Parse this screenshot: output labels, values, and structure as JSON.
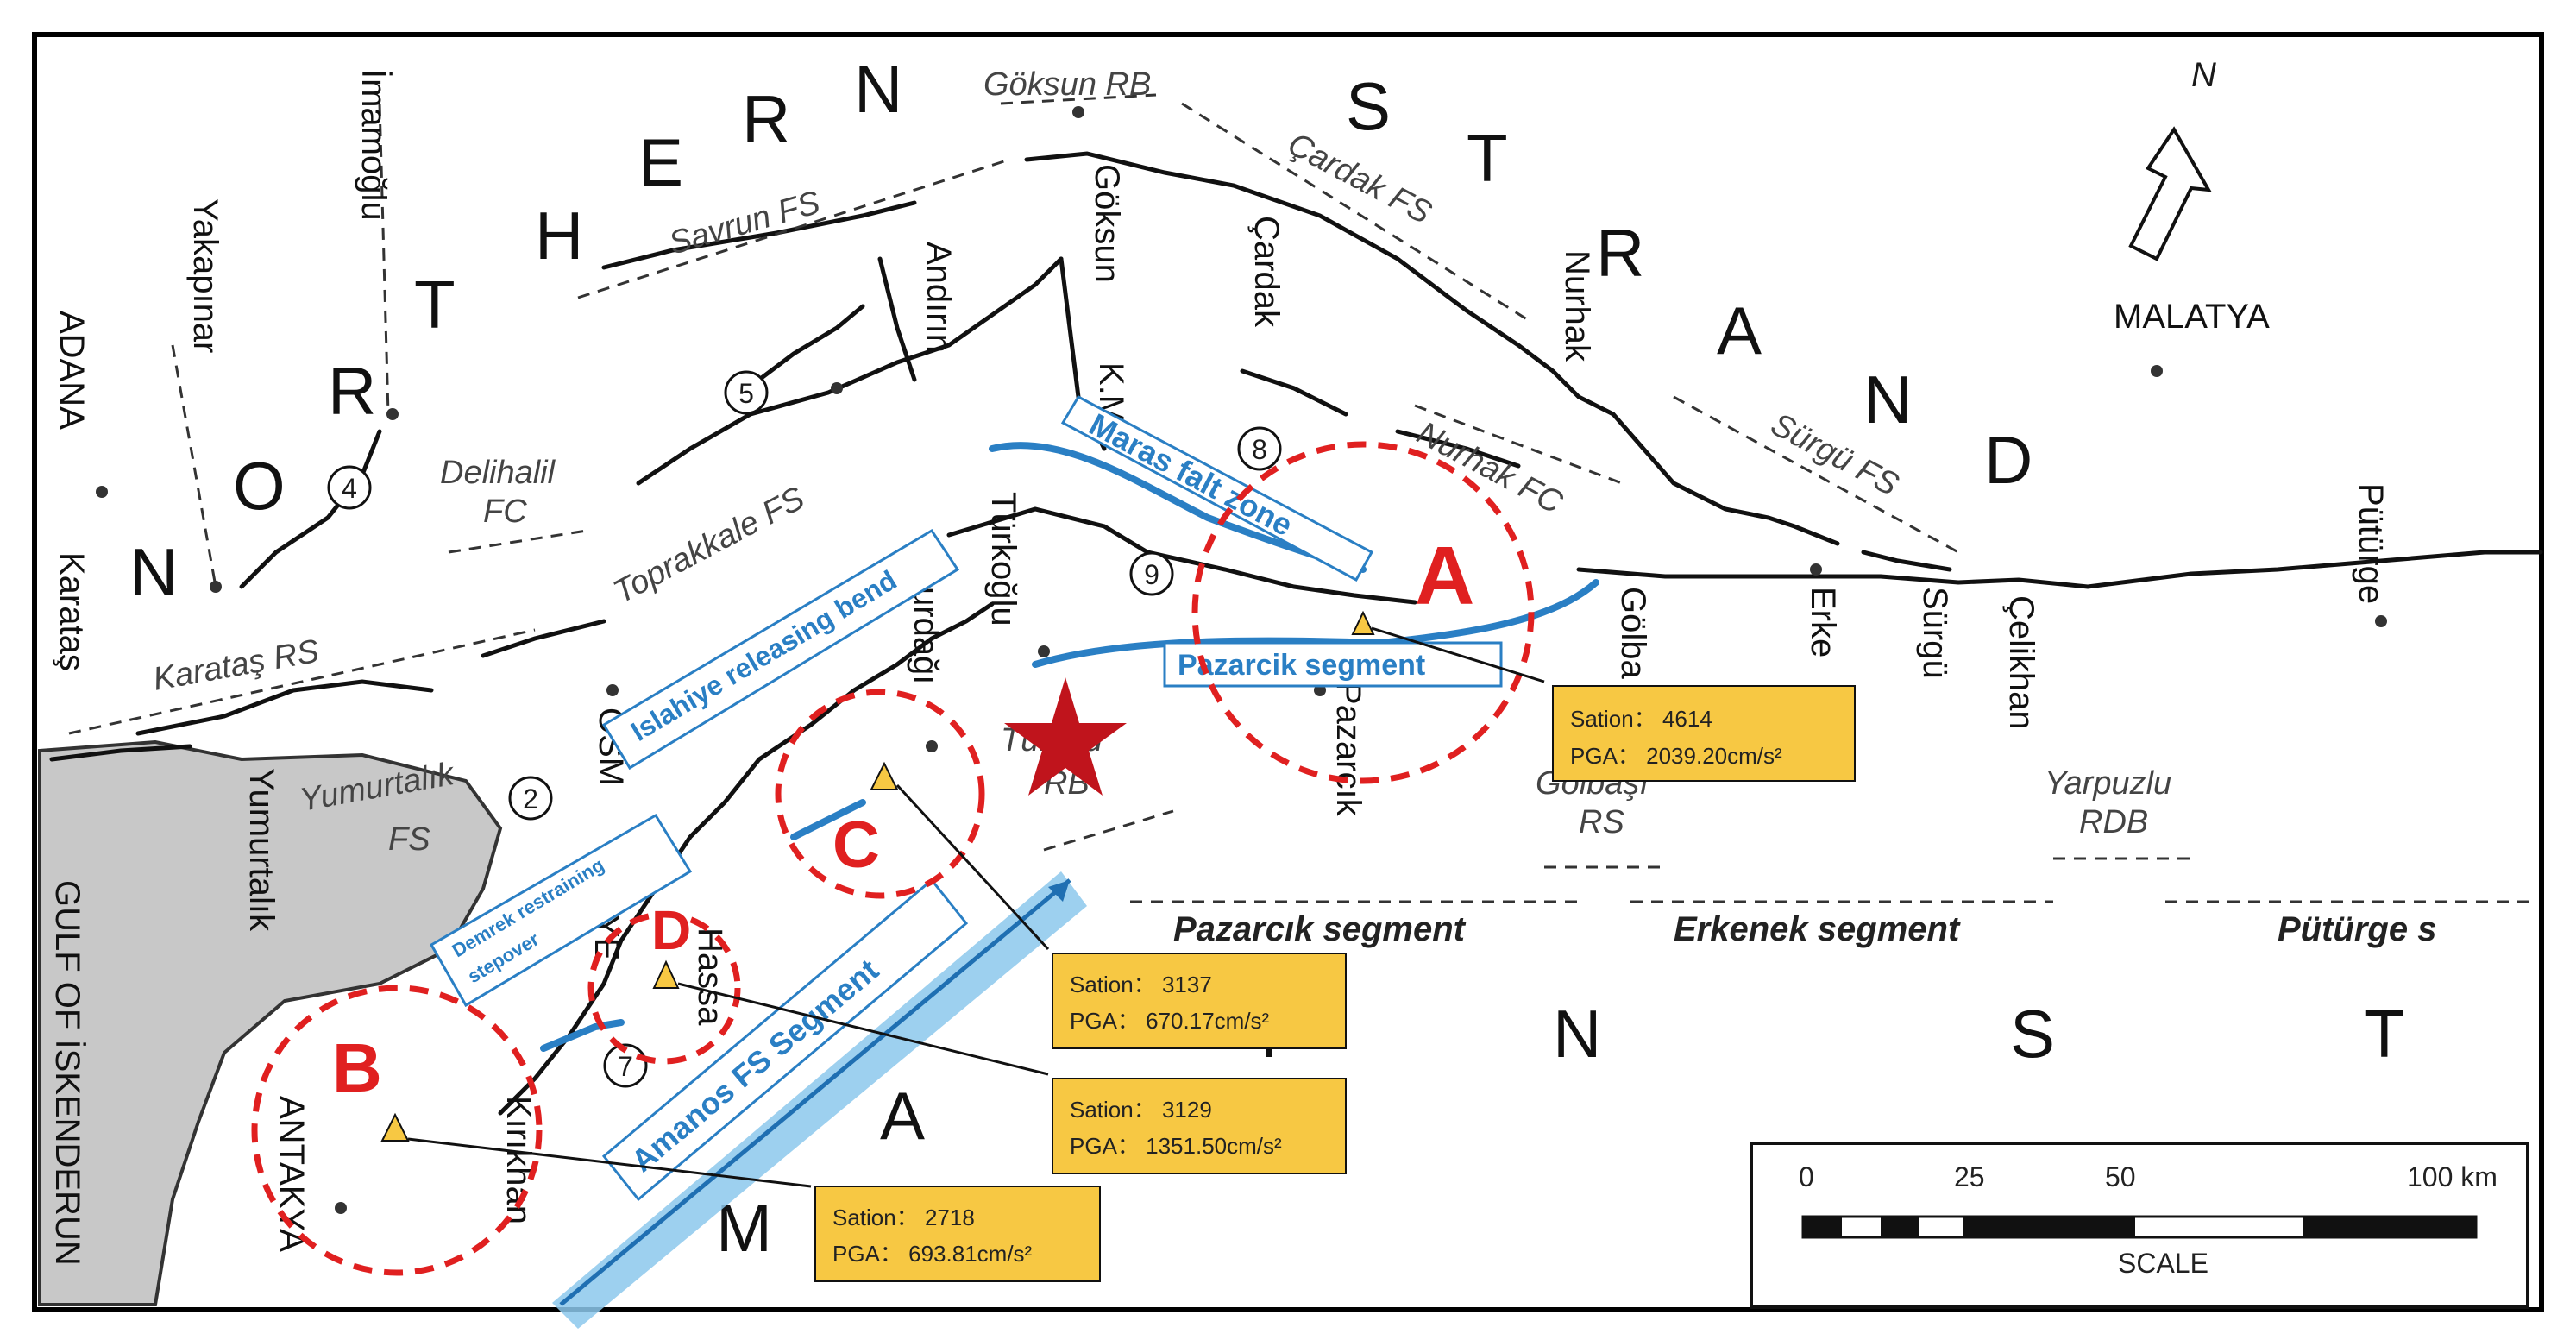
{
  "letters": {
    "northern": [
      "N",
      "O",
      "R",
      "T",
      "H",
      "E",
      "R",
      "N"
    ],
    "strand": [
      "S",
      "T",
      "R",
      "A",
      "N",
      "D"
    ],
    "mst": [
      "M",
      "A",
      "I",
      "N",
      "S",
      "T"
    ]
  },
  "north_arrow": "N",
  "cities": {
    "adana": "ADANA",
    "malatya": "MALATYA",
    "karatas": "Karataş",
    "yakapinar": "Yakapınar",
    "imamoglu": "İmamoğlu",
    "andirin": "Andırın",
    "goksun": "Göksun",
    "cardak": "Çardak",
    "nurhak": "Nurhak",
    "km": "K.M",
    "turkoglu": "Türkoğlu",
    "nurdagi": "urdağı",
    "osmaniye": "OSM",
    "osmaniye2": "YE",
    "yumurtalik": "Yumurtalık",
    "hassa": "Hassa",
    "kirikhan": "Kırıkhan",
    "antakya": "ANTAKYA",
    "pazarcik": "Pazarcık",
    "golbasi": "Gölba",
    "erkenek": "Erke",
    "surgu": "Sürgü",
    "celikhan": "Çelikhan",
    "puturge": "Pütürge",
    "gulf": "GULF OF İSKENDERUN"
  },
  "faults": {
    "goksun_rb": "Göksun RB",
    "savrun": "Savrun FS",
    "cardak_fs": "Çardak FS",
    "surgu_fs": "Sürgü FS",
    "nurhak_fc": "Nurhak FC",
    "delihalil1": "Delihalil",
    "delihalil2": "FC",
    "toprakkale": "Toprakkale FS",
    "karatas_rs": "Karataş RS",
    "yumurtalik_fs1": "Yumurtalık",
    "yumurtalik_fs2": "FS",
    "turkoglu_rb1": "Tür   ğlu",
    "turkoglu_rb2": "RB",
    "golbasi_rs1": "Gölbaşı",
    "golbasi_rs2": "RS",
    "yarpuzlu1": "Yarpuzlu",
    "yarpuzlu2": "RDB"
  },
  "segments": {
    "pazarcik": "Pazarcık segment",
    "erkenek": "Erkenek segment",
    "puturge": "Pütürge   s"
  },
  "circled_numbers": [
    "2",
    "4",
    "5",
    "7",
    "8",
    "9"
  ],
  "blue_labels": {
    "maras": "Maras falt zone",
    "pazarcik": "Pazarcik segment",
    "islahiye": "Islahiye releasing bend",
    "demrek1": "Demrek restraining",
    "demrek2": "stepover",
    "amanos": "Amanos FS Segment"
  },
  "zones": [
    "A",
    "B",
    "C",
    "D"
  ],
  "stations": [
    {
      "station": "Sation：  4614",
      "pga": "PGA：  2039.20cm/s²"
    },
    {
      "station": "Sation：  3137",
      "pga": "PGA：  670.17cm/s²"
    },
    {
      "station": "Sation：  3129",
      "pga": "PGA：  1351.50cm/s²"
    },
    {
      "station": "Sation：  2718",
      "pga": "PGA：  693.81cm/s²"
    }
  ],
  "scale": {
    "ticks": [
      "0",
      "25",
      "50",
      "100 km"
    ],
    "label": "SCALE"
  },
  "colors": {
    "fault_blue": "#2a7fc4",
    "zone_red": "#e02020",
    "station_fill": "#f7c843",
    "epicenter": "#c0141c",
    "gulf": "#c8c8c8"
  }
}
